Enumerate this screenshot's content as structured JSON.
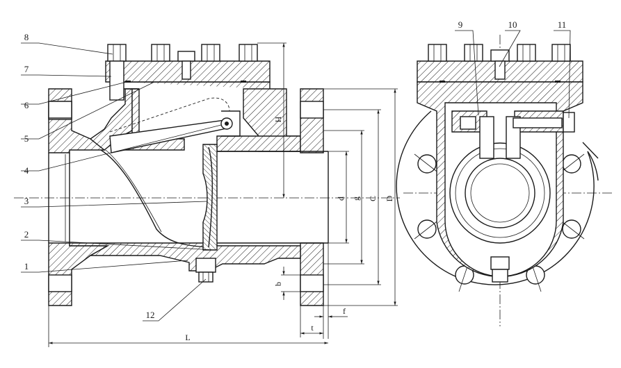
{
  "part_labels": [
    "1",
    "2",
    "3",
    "4",
    "5",
    "6",
    "7",
    "8",
    "9",
    "10",
    "11",
    "12"
  ],
  "dimension_labels": {
    "H": "H",
    "d": "d",
    "g": "g",
    "C": "C",
    "D": "D",
    "b": "b",
    "f": "f",
    "t": "t",
    "L": "L"
  }
}
